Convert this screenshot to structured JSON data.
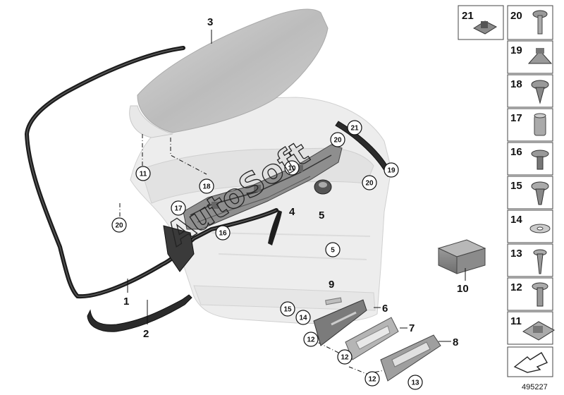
{
  "diagram": {
    "id_label": "495227",
    "watermark": "AutoSoft",
    "callouts": [
      "1",
      "2",
      "3",
      "4",
      "5",
      "6",
      "7",
      "8",
      "9",
      "10"
    ],
    "circled_callouts": {
      "c11": "11",
      "c18": "18",
      "c17": "17",
      "c20a": "20",
      "c16": "16",
      "c10": "10",
      "c20b": "20",
      "c21": "21",
      "c19": "19",
      "c20c": "20",
      "c5": "5",
      "c15": "15",
      "c14": "14",
      "c12a": "12",
      "c12b": "12",
      "c12c": "12",
      "c13": "13"
    },
    "parts_panel": [
      "21",
      "20",
      "19",
      "18",
      "17",
      "16",
      "15",
      "14",
      "13",
      "12",
      "11"
    ]
  }
}
